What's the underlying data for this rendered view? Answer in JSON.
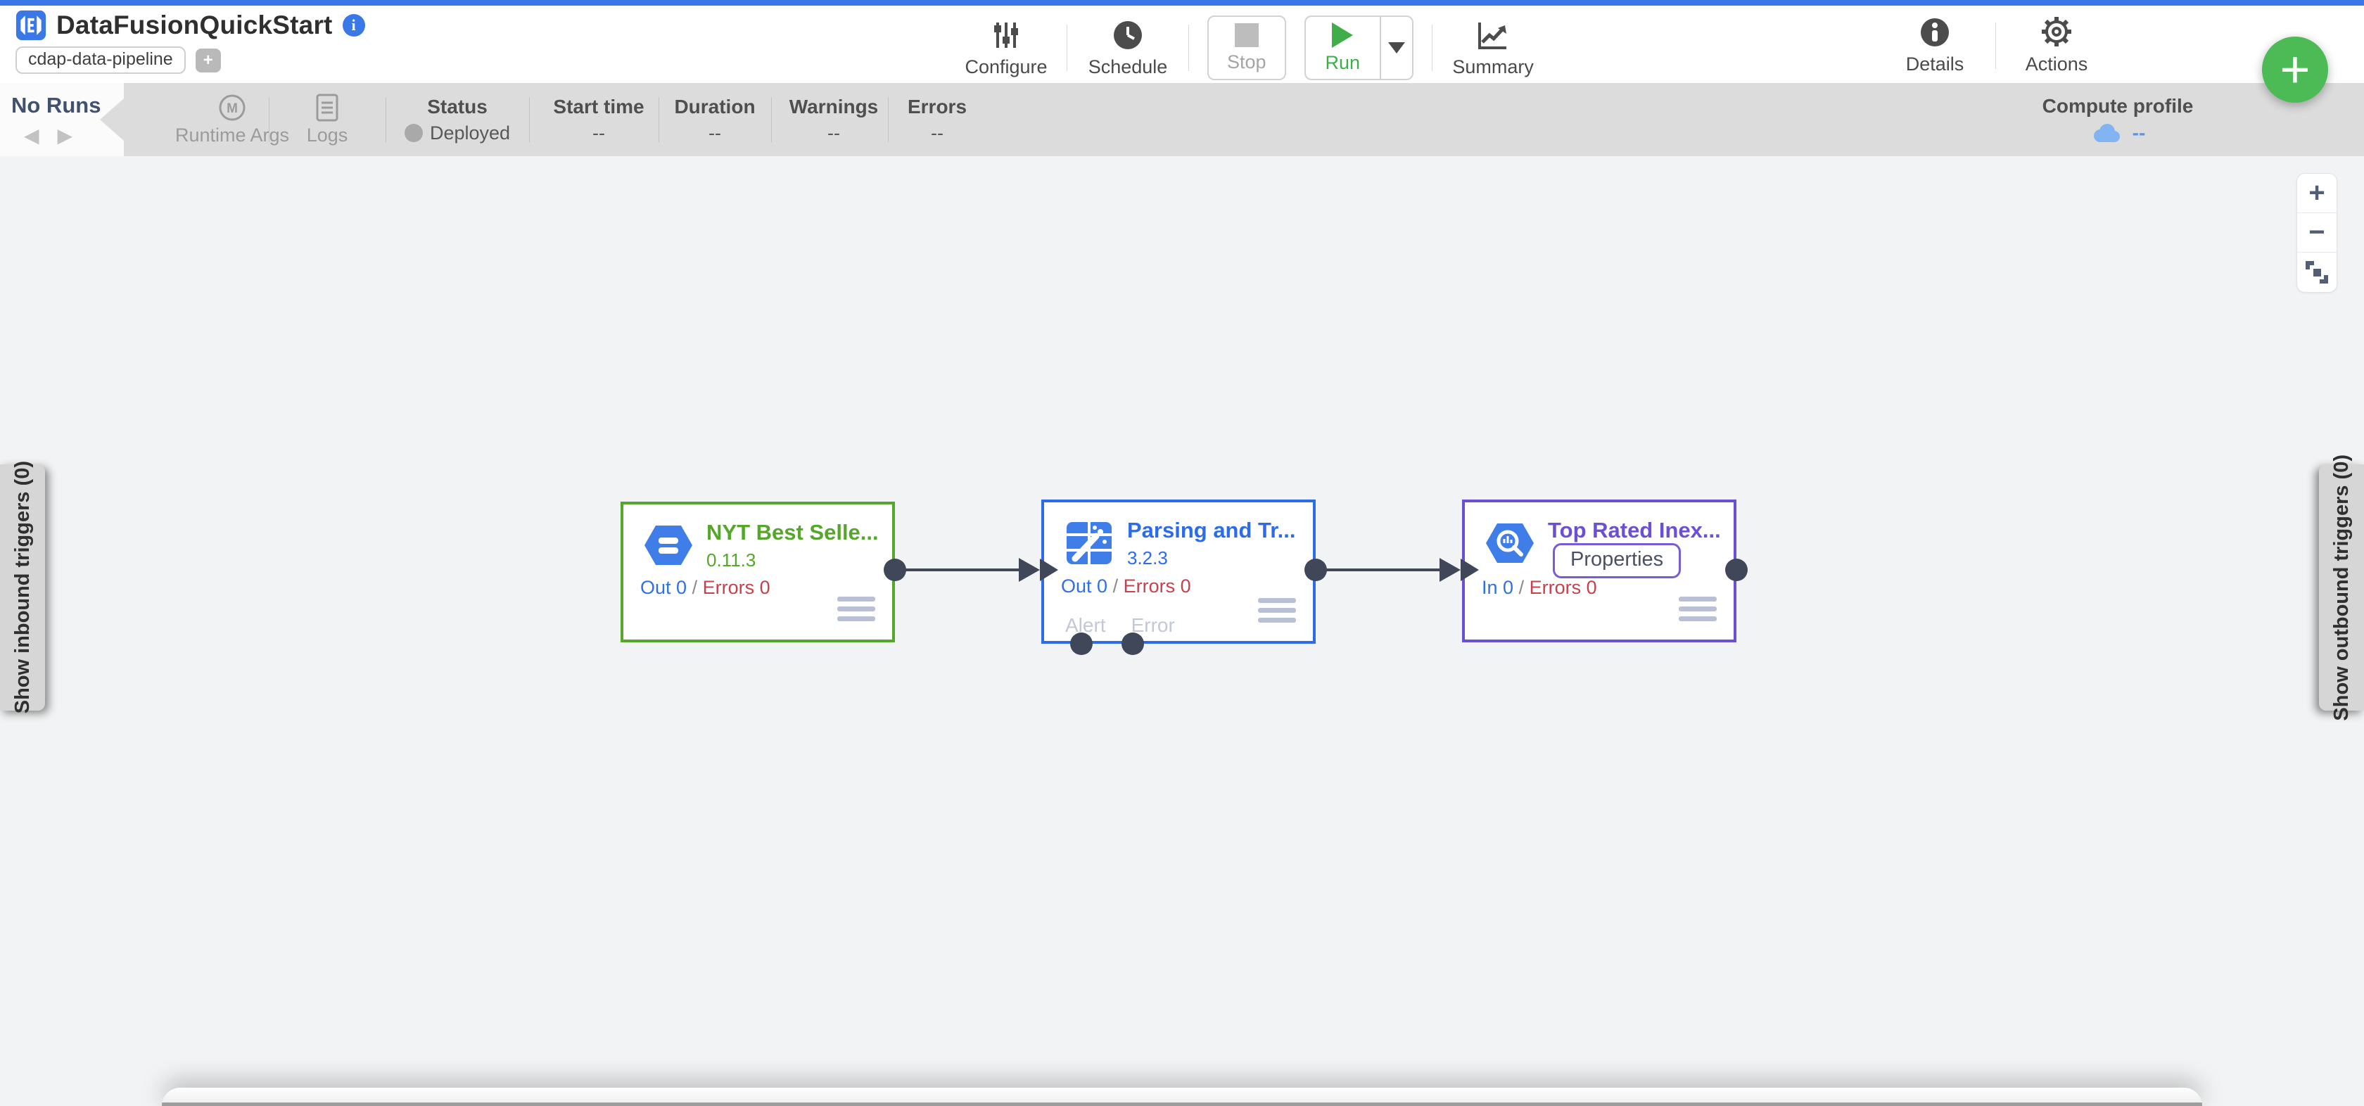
{
  "header": {
    "title": "DataFusionQuickStart",
    "type_chip": "cdap-data-pipeline",
    "add_chip": "+",
    "toolbar": {
      "configure": "Configure",
      "schedule": "Schedule",
      "stop": "Stop",
      "run": "Run",
      "summary": "Summary",
      "details": "Details",
      "actions": "Actions"
    },
    "fab_add": "+"
  },
  "run_bar": {
    "runs_label": "No Runs",
    "prev_icon": "◀",
    "next_icon": "▶",
    "runtime_args_label": "Runtime Args",
    "logs_label": "Logs",
    "status": {
      "label": "Status",
      "value": "Deployed"
    },
    "metrics": [
      {
        "label": "Start time",
        "value": "--"
      },
      {
        "label": "Duration",
        "value": "--"
      },
      {
        "label": "Warnings",
        "value": "--"
      },
      {
        "label": "Errors",
        "value": "--"
      }
    ],
    "compute_profile": {
      "label": "Compute profile",
      "value": "--"
    }
  },
  "canvas": {
    "inbound_tab_label": "Show inbound triggers (0)",
    "outbound_tab_label": "Show outbound triggers (0)",
    "zoom_in_label": "+",
    "zoom_out_label": "−",
    "nodes": [
      {
        "title": "NYT Best Selle...",
        "version": "0.11.3",
        "in_out_label": "Out 0",
        "sep": "/",
        "errors_label": "Errors 0",
        "accent": "#55a72c",
        "icon": "datastore-hexagon-icon"
      },
      {
        "title": "Parsing and Tr...",
        "version": "3.2.3",
        "in_out_label": "Out 0",
        "sep": "/",
        "errors_label": "Errors 0",
        "alert_label": "Alert",
        "error_label": "Error",
        "accent": "#2d6ce8",
        "icon": "wrangler-icon"
      },
      {
        "title": "Top Rated Inex...",
        "properties_label": "Properties",
        "in_out_label": "In 0",
        "sep": "/",
        "errors_label": "Errors 0",
        "accent": "#6b4fd4",
        "icon": "bigquery-hexagon-icon"
      }
    ]
  },
  "colors": {
    "topline_blue": "#3b78e7",
    "run_green": "#3fae49",
    "fab_green": "#4cbb55",
    "out_blue": "#2f71e5",
    "errors_red": "#c5414b",
    "port_slate": "#3f4759",
    "bar_gray": "#dcdcdc",
    "cloud_blue": "#82b4f2"
  }
}
